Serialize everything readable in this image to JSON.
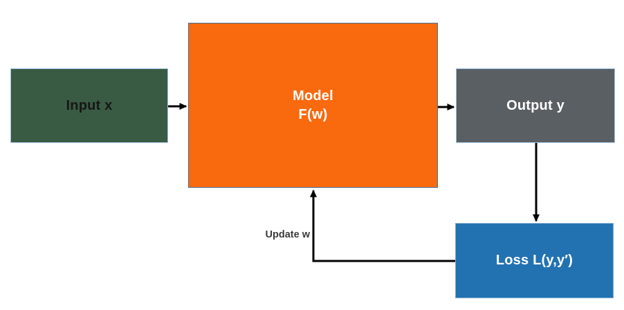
{
  "diagram": {
    "title_implicit": "",
    "nodes": {
      "input": {
        "label": "Input x",
        "fill": "#3A5B43"
      },
      "model": {
        "label_line1": "Model",
        "label_line2": "F(w)",
        "fill": "#F9690E"
      },
      "output": {
        "label": "Output y",
        "fill": "#5A5F63"
      },
      "loss": {
        "label": "Loss L(y,y′)",
        "fill": "#2272B2"
      }
    },
    "edges": {
      "input_to_model": {
        "type": "arrow-right"
      },
      "model_to_output": {
        "type": "arrow-right"
      },
      "output_to_loss": {
        "type": "arrow-down"
      },
      "loss_to_model": {
        "type": "elbow-arrow-up",
        "label": "Update w"
      }
    },
    "colors": {
      "background": "#FFFFFF",
      "arrow": "#000000",
      "input_text": "#161616",
      "light_text": "#FFFFFF",
      "update_label_text": "#3B3B3B",
      "light_border": "#9DC3E6",
      "model_border": "#41719C"
    }
  }
}
